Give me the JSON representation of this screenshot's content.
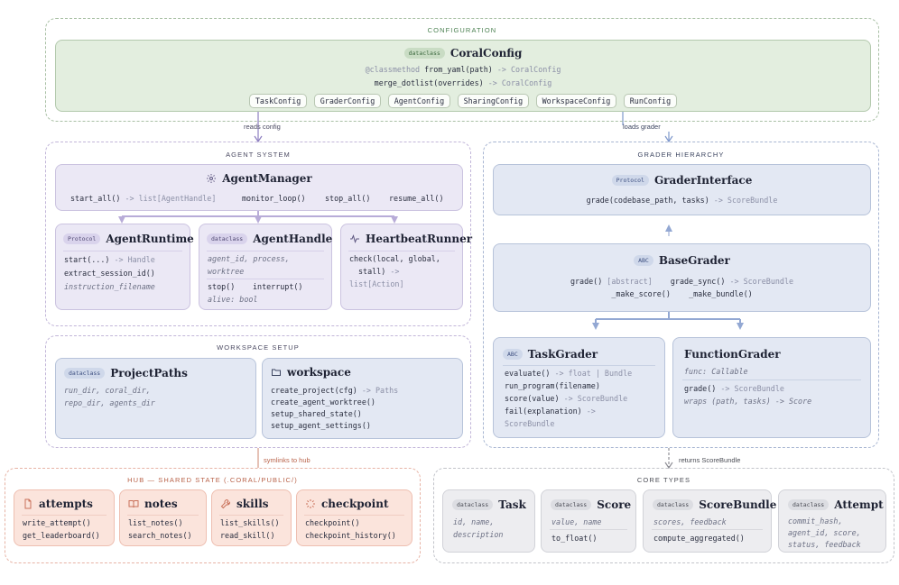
{
  "colors": {
    "config_accent": "#4d8253",
    "agent_accent": "#8e7fc0",
    "grader_accent": "#7f98cc",
    "hub_accent": "#c9715a",
    "core_accent": "#8a8c93"
  },
  "configuration": {
    "title": "CONFIGURATION",
    "badge": "dataclass",
    "class_name": "CoralConfig",
    "line1_decorator": "@classmethod",
    "line1_call": "from_yaml(path)",
    "line1_ret": "-> CoralConfig",
    "line2_call": "merge_dotlist(overrides)",
    "line2_ret": "-> CoralConfig",
    "subconfigs": [
      "TaskConfig",
      "GraderConfig",
      "AgentConfig",
      "SharingConfig",
      "WorkspaceConfig",
      "RunConfig"
    ]
  },
  "connectors": {
    "reads_config": "reads config",
    "loads_grader": "loads grader",
    "symlinks_to_hub": "symlinks to hub",
    "returns_scorebundle": "returns ScoreBundle"
  },
  "agent_system": {
    "title": "AGENT SYSTEM",
    "manager": {
      "icon": "gear-icon",
      "name": "AgentManager",
      "m1": "start_all()",
      "m1_ret": "-> list[AgentHandle]",
      "m2": "monitor_loop()",
      "m3": "stop_all()",
      "m4": "resume_all()"
    },
    "runtime": {
      "badge": "Protocol",
      "name": "AgentRuntime",
      "l1": "start(...)",
      "l1_ret": "-> Handle",
      "l2": "extract_session_id()",
      "l3": "instruction_filename"
    },
    "handle": {
      "badge": "dataclass",
      "name": "AgentHandle",
      "f1": "agent_id, process,",
      "f2": "worktree",
      "m1": "stop()",
      "m2": "interrupt()",
      "m3": "alive: bool"
    },
    "heartbeat": {
      "icon": "activity-icon",
      "name": "HeartbeatRunner",
      "l1": "check(local, global,",
      "l2": "stall)",
      "l2_ret": "->",
      "l3": "list[Action]"
    }
  },
  "workspace_setup": {
    "title": "WORKSPACE SETUP",
    "paths": {
      "badge": "dataclass",
      "name": "ProjectPaths",
      "f1": "run_dir, coral_dir,",
      "f2": "repo_dir, agents_dir"
    },
    "workspace": {
      "icon": "folder-icon",
      "name": "workspace",
      "l1": "create_project(cfg)",
      "l1_ret": "-> Paths",
      "l2": "create_agent_worktree()",
      "l3": "setup_shared_state()",
      "l4": "setup_agent_settings()"
    }
  },
  "grader_hierarchy": {
    "title": "GRADER HIERARCHY",
    "interface": {
      "badge": "Protocol",
      "name": "GraderInterface",
      "l1": "grade(codebase_path, tasks)",
      "l1_ret": "-> ScoreBundle"
    },
    "base": {
      "badge": "ABC",
      "name": "BaseGrader",
      "l1a": "grade()",
      "l1a_ret": "[abstract]",
      "l1b": "grade_sync()",
      "l1b_ret": "-> ScoreBundle",
      "l2a": "_make_score()",
      "l2b": "_make_bundle()"
    },
    "task": {
      "badge": "ABC",
      "name": "TaskGrader",
      "l1": "evaluate()",
      "l1_ret": "-> float | Bundle",
      "l2": "run_program(filename)",
      "l3": "score(value)",
      "l3_ret": "-> ScoreBundle",
      "l4": "fail(explanation)",
      "l4_ret": "->",
      "l5": "ScoreBundle"
    },
    "function": {
      "name": "FunctionGrader",
      "f1": "func: Callable",
      "l1": "grade()",
      "l1_ret": "-> ScoreBundle",
      "l2": "wraps (path, tasks) -> Score"
    }
  },
  "hub": {
    "title": "HUB — SHARED STATE (.CORAL/PUBLIC/)",
    "cards": [
      {
        "icon": "file-icon",
        "name": "attempts",
        "l1": "write_attempt()",
        "l2": "get_leaderboard()"
      },
      {
        "icon": "book-icon",
        "name": "notes",
        "l1": "list_notes()",
        "l2": "search_notes()"
      },
      {
        "icon": "wrench-icon",
        "name": "skills",
        "l1": "list_skills()",
        "l2": "read_skill()"
      },
      {
        "icon": "loader-icon",
        "name": "checkpoint",
        "l1": "checkpoint()",
        "l2": "checkpoint_history()"
      }
    ]
  },
  "core_types": {
    "title": "CORE TYPES",
    "task": {
      "badge": "dataclass",
      "name": "Task",
      "f1": "id, name,",
      "f2": "description"
    },
    "score": {
      "badge": "dataclass",
      "name": "Score",
      "f1": "value, name",
      "m1": "to_float()"
    },
    "bundle": {
      "badge": "dataclass",
      "name": "ScoreBundle",
      "f1": "scores, feedback",
      "m1": "compute_aggregated()"
    },
    "attempt": {
      "badge": "dataclass",
      "name": "Attempt",
      "f1": "commit_hash,",
      "f2": "agent_id, score,",
      "f3": "status, feedback"
    }
  }
}
